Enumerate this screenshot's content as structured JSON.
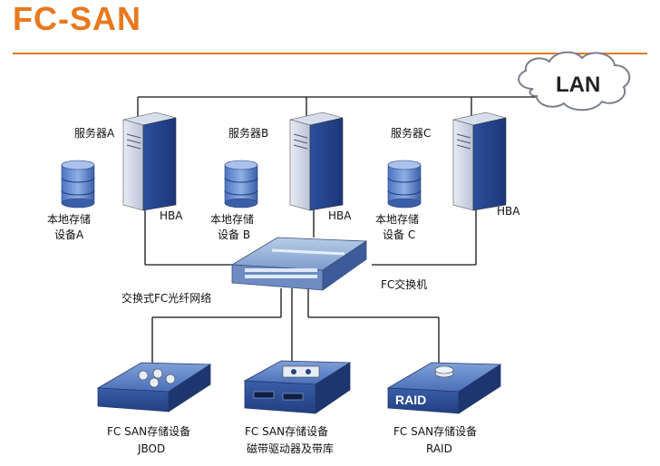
{
  "title": "FC-SAN",
  "lan": "LAN",
  "servers": [
    {
      "name": "服务器A",
      "hba": "HBA",
      "storage_line1": "本地存储",
      "storage_line2": "设备A"
    },
    {
      "name": "服务器B",
      "hba": "HBA",
      "storage_line1": "本地存储",
      "storage_line2": "设备 B"
    },
    {
      "name": "服务器C",
      "hba": "HBA",
      "storage_line1": "本地存储",
      "storage_line2": "设备 C"
    }
  ],
  "fabric_label": "交换式FC光纤网络",
  "switch_label": "FC交换机",
  "devices": [
    {
      "line1": "FC SAN存储设备",
      "line2": "JBOD"
    },
    {
      "line1": "FC SAN存储设备",
      "line2": "磁带驱动器及带库"
    },
    {
      "line1": "FC SAN存储设备",
      "line2": "RAID"
    }
  ],
  "raid_badge": "RAID",
  "colors": {
    "title": "#e8781e",
    "rule": "#e07a2a",
    "server_blue": "#3a62b8",
    "line": "#111111"
  }
}
